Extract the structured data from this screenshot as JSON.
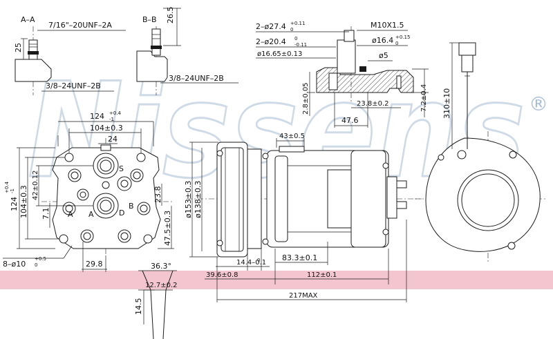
{
  "watermark": {
    "brand": "Nissens",
    "registered": "®",
    "band_color": "#f3c6cf",
    "stroke_color": "#a9bdd4"
  },
  "sections": {
    "aa": "A–A",
    "bb": "B–B"
  },
  "dims": {
    "aa_thread": "7/16\"–20UNF–2A",
    "aa_height": "25",
    "aa_thread2": "3/8–24UNF–2B",
    "bb_height": "26.5",
    "bb_thread": "3/8–24UNF–2B",
    "d_27_4": "2–ø27.4",
    "d_27_4_tol_up": "+0.11",
    "d_27_4_tol_dn": "0",
    "m10": "M10X1.5",
    "d_20_4": "2–ø20.4",
    "d_20_4_tol_up": "0",
    "d_20_4_tol_dn": "-0.11",
    "d_16_4": "ø16.4",
    "d_16_4_tol_up": "+0.15",
    "d_16_4_tol_dn": "0",
    "d_16_65": "ø16.65±0.13",
    "d_5": "ø5",
    "h_2_8": "2.8±0.05",
    "w_23_8": "23.8±0.2",
    "w_47_6": "47.6",
    "h_7_2": "7.2±0.4",
    "w_124": "124",
    "w_124_tol_up": "+0.4",
    "w_124_tol_dn": "-1",
    "w_104": "104±0.3",
    "w_24": "24",
    "h_104": "104±0.3",
    "h_124": "124",
    "h_124_tol_up": "+0.4",
    "h_124_tol_dn": "-1",
    "h_42": "42±0.12",
    "h_23_8": "23.8",
    "h_7_1": "7.1",
    "h_47_5": "47.5±0.3",
    "holes": "8–ø10",
    "holes_tol_up": "+0.5",
    "holes_tol_dn": "0",
    "w_29_8": "29.8",
    "angle": "36.3°",
    "w_12_7": "12.7±0.2",
    "h_14_5": "14.5",
    "w_43": "43±0.5",
    "d_153": "ø153±0.3",
    "d_138": "ø138±0.3",
    "w_14_4": "14.4–0.1",
    "w_14_4_tol": "0",
    "w_83_3": "83.3±0.1",
    "w_39_6": "39.6±0.8",
    "w_112": "112±0.1",
    "w_217": "217MAX",
    "h_310": "310±10"
  },
  "markers": {
    "s": "S",
    "d": "D",
    "a": "A",
    "b": "B"
  }
}
